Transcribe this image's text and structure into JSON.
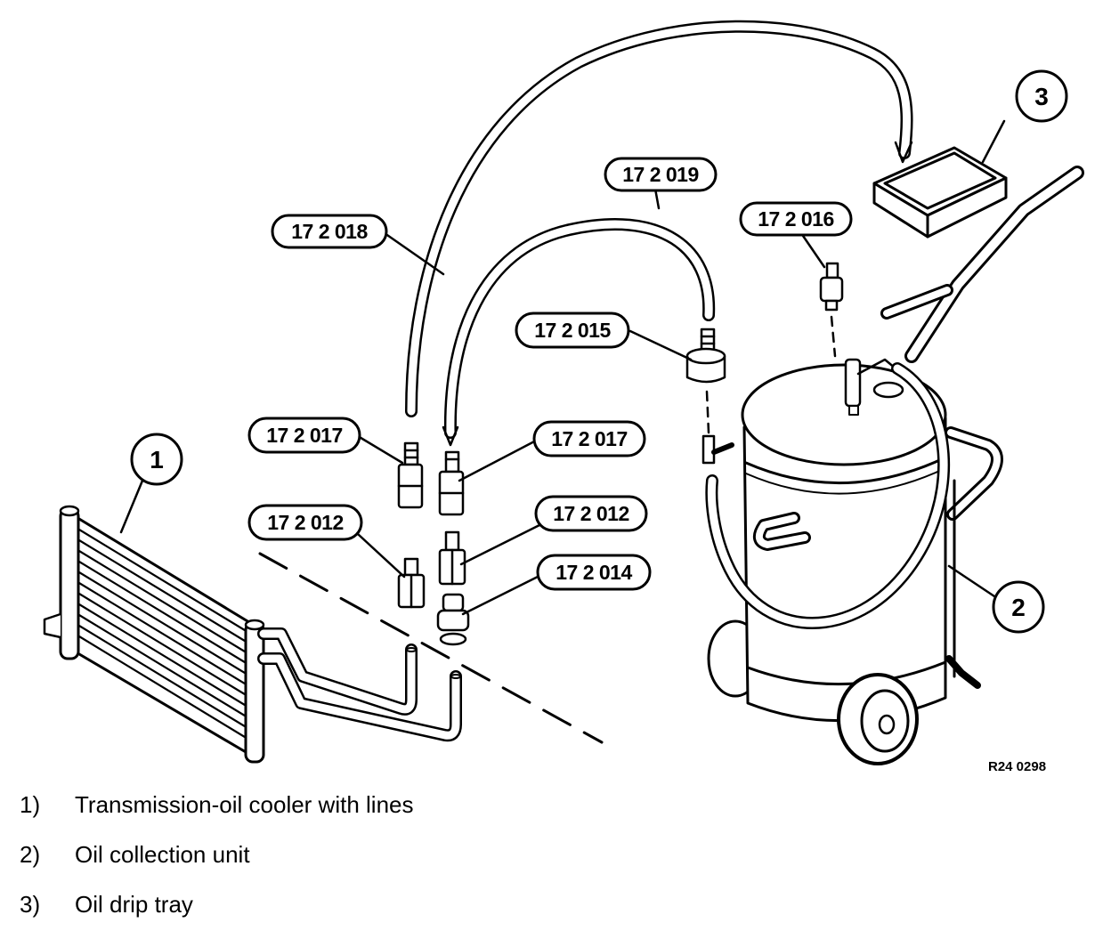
{
  "diagram": {
    "reference": "R24 0298",
    "callouts": {
      "c1": "1",
      "c2": "2",
      "c3": "3"
    },
    "tools": {
      "t018": "17 2 018",
      "t019": "17 2 019",
      "t016": "17 2 016",
      "t015": "17 2 015",
      "t017a": "17 2 017",
      "t017b": "17 2 017",
      "t012a": "17 2 012",
      "t012b": "17 2 012",
      "t014": "17 2 014"
    }
  },
  "legend": [
    {
      "num": "1)",
      "text": "Transmission-oil cooler with lines"
    },
    {
      "num": "2)",
      "text": "Oil collection unit"
    },
    {
      "num": "3)",
      "text": "Oil drip tray"
    }
  ]
}
